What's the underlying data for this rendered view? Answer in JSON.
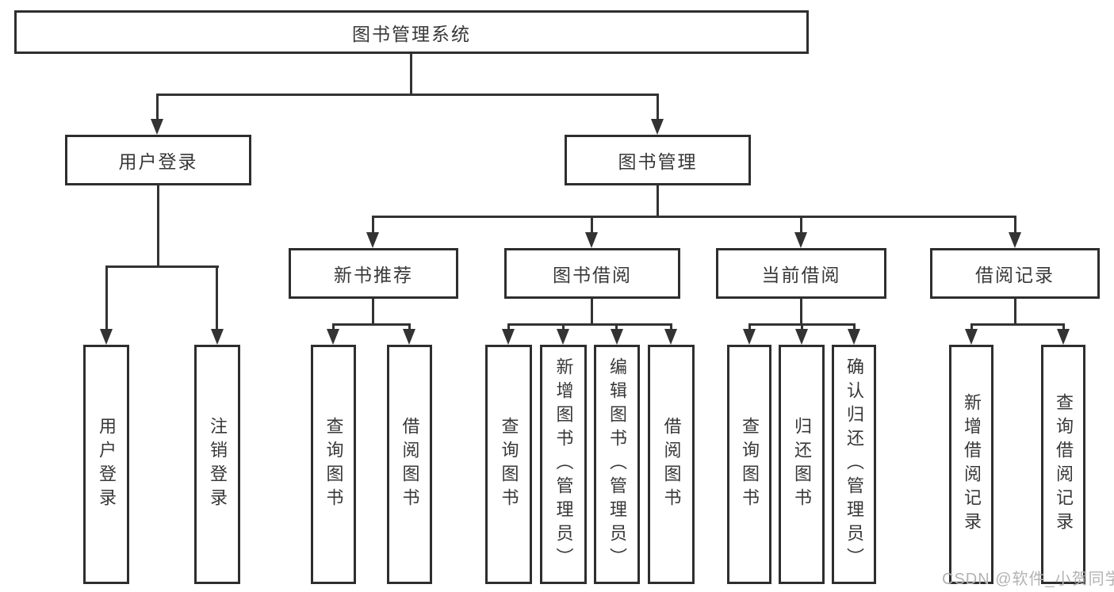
{
  "diagram_type": "hierarchy-tree",
  "watermark": "CSDN @软件_小贺同学",
  "colors": {
    "background": "#ffffff",
    "box_border": "#2e2e2e",
    "connector_line": "#333333",
    "text": "#383838",
    "watermark": "#b3b3b3"
  },
  "tree": {
    "root": {
      "label": "图书管理系统",
      "children": [
        {
          "label": "用户登录",
          "children": [
            {
              "label": "用户登录"
            },
            {
              "label": "注销登录"
            }
          ]
        },
        {
          "label": "图书管理",
          "children": [
            {
              "label": "新书推荐",
              "children": [
                {
                  "label": "查询图书"
                },
                {
                  "label": "借阅图书"
                }
              ]
            },
            {
              "label": "图书借阅",
              "children": [
                {
                  "label": "查询图书"
                },
                {
                  "label": "新增图书（管理员）"
                },
                {
                  "label": "编辑图书（管理员）"
                },
                {
                  "label": "借阅图书"
                }
              ]
            },
            {
              "label": "当前借阅",
              "children": [
                {
                  "label": "查询图书"
                },
                {
                  "label": "归还图书"
                },
                {
                  "label": "确认归还（管理员）"
                }
              ]
            },
            {
              "label": "借阅记录",
              "children": [
                {
                  "label": "新增借阅记录"
                },
                {
                  "label": "查询借阅记录"
                }
              ]
            }
          ]
        }
      ]
    }
  }
}
